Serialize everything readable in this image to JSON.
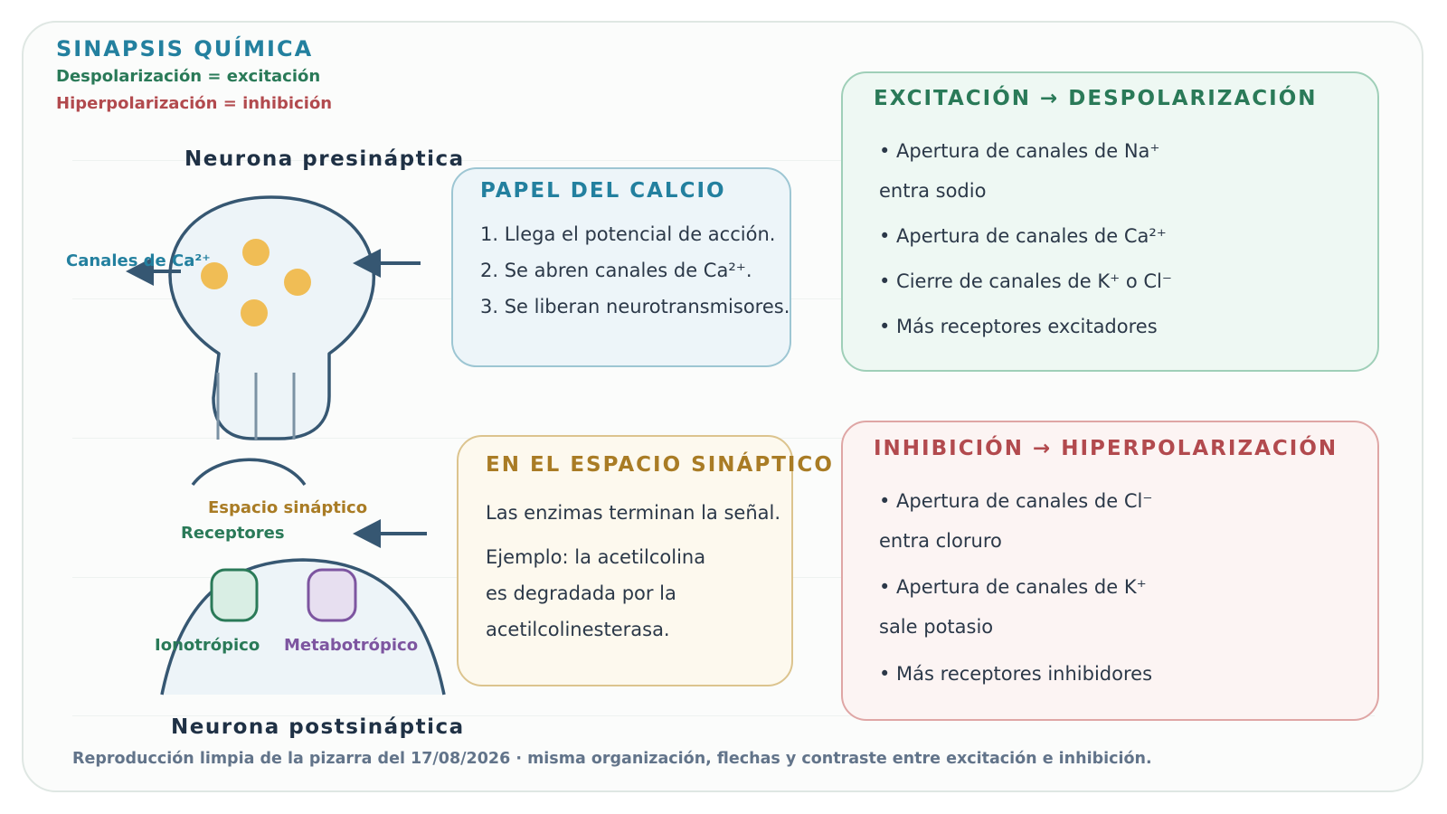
{
  "header": {
    "title": "SINAPSIS QUÍMICA",
    "line_excitation": "Despolarización = excitación",
    "line_inhibition": "Hiperpolarización = inhibición"
  },
  "diagram": {
    "presynaptic_label": "Neurona presináptica",
    "postsynaptic_label": "Neurona postsináptica",
    "calcium_channels_label": "Canales de Ca²⁺",
    "synaptic_space_label": "Espacio sináptico",
    "receptors_label": "Receptores",
    "ionotropic_label": "Ionotrópico",
    "metabotropic_label": "Metabotrópico"
  },
  "cards": {
    "calcium": {
      "title": "PAPEL DEL CALCIO",
      "lines": [
        "1. Llega el potencial de acción.",
        "2. Se abren canales de Ca²⁺.",
        "3. Se liberan neurotransmisores."
      ]
    },
    "synaptic_space": {
      "title": "EN EL ESPACIO SINÁPTICO",
      "lines": [
        "Las enzimas terminan la señal.",
        "Ejemplo: la acetilcolina",
        "es degradada por la",
        "acetilcolinesterasa."
      ]
    },
    "excitation": {
      "title": "EXCITACIÓN → DESPOLARIZACIÓN",
      "lines": [
        "• Apertura de canales de Na⁺",
        "entra sodio",
        "• Apertura de canales de Ca²⁺",
        "• Cierre de canales de K⁺ o Cl⁻",
        "• Más receptores excitadores"
      ]
    },
    "inhibition": {
      "title": "INHIBICIÓN → HIPERPOLARIZACIÓN",
      "lines": [
        "• Apertura de canales de Cl⁻",
        "entra cloruro",
        "• Apertura de canales de K⁺",
        "sale potasio",
        "• Más receptores inhibidores"
      ]
    }
  },
  "footer": {
    "text": "Reproducción limpia de la pizarra del 17/08/2026 · misma organización, flechas y contraste entre excitación e inhibición."
  },
  "colors": {
    "blue": "#23809f",
    "green": "#2a7a58",
    "red": "#b24a4e",
    "gold": "#a97c25",
    "purple": "#7d55a0",
    "outline": "#365772",
    "vesicle": "#f0bd55"
  }
}
